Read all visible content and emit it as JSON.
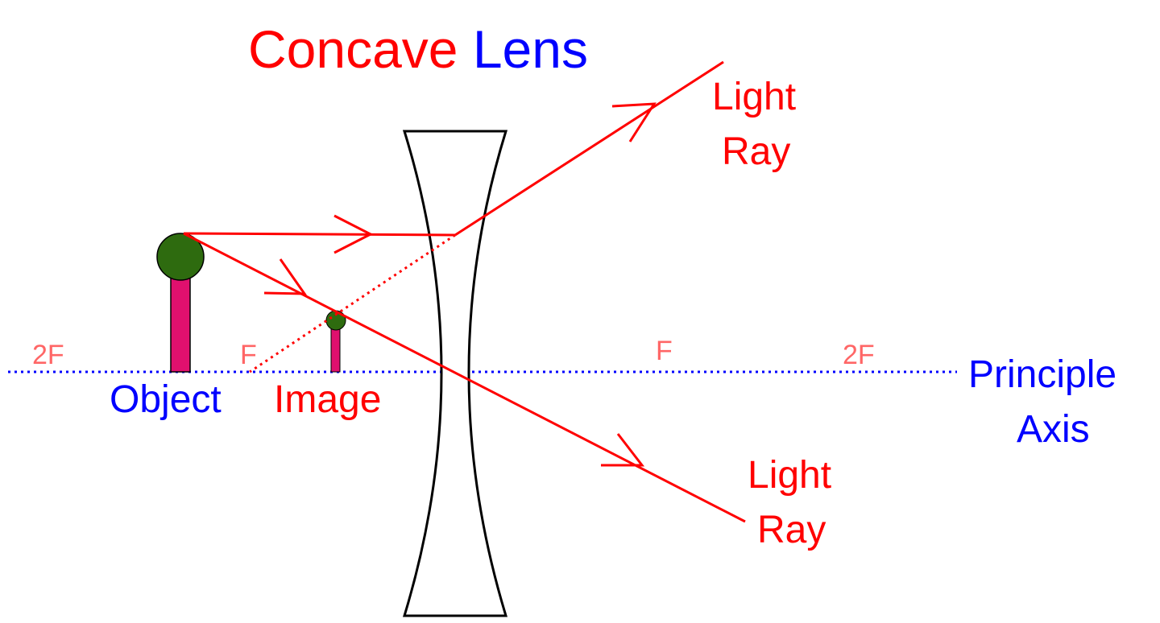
{
  "title": {
    "part1": "Concave ",
    "part2": "Lens"
  },
  "labels": {
    "object": "Object",
    "image": "Image",
    "axis_line1": "Principle",
    "axis_line2": "Axis",
    "ray_top_line1": "Light",
    "ray_top_line2": "Ray",
    "ray_bottom_line1": "Light",
    "ray_bottom_line2": "Ray",
    "focal_left_2f": "2F",
    "focal_left_f": "F",
    "focal_right_f": "F",
    "focal_right_2f": "2F"
  },
  "colors": {
    "ray": "#ff0000",
    "axis": "#0000ff",
    "title_concave": "#ff0000",
    "title_lens": "#0000ff",
    "object_stem": "#e0106e",
    "object_head": "#2e6b0f",
    "lens_stroke": "#000000",
    "focal_label": "#ff6666"
  }
}
